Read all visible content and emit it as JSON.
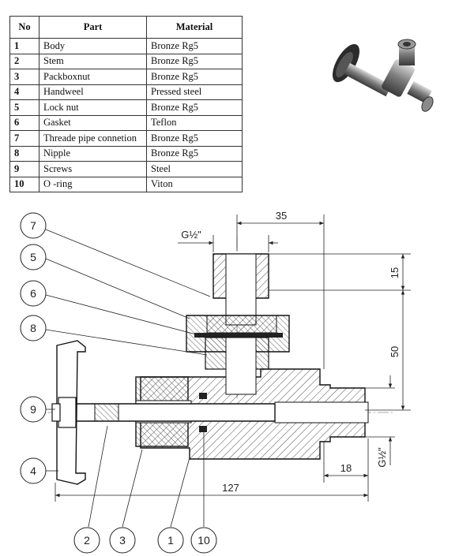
{
  "table": {
    "headers": [
      "No",
      "Part",
      "Material"
    ],
    "rows": [
      {
        "no": "1",
        "part": "Body",
        "material": "Bronze Rg5"
      },
      {
        "no": "2",
        "part": "Stem",
        "material": "Bronze Rg5"
      },
      {
        "no": "3",
        "part": "Packboxnut",
        "material": "Bronze Rg5"
      },
      {
        "no": "4",
        "part": "Handweel",
        "material": "Pressed steel"
      },
      {
        "no": "5",
        "part": "Lock nut",
        "material": "Bronze Rg5"
      },
      {
        "no": "6",
        "part": "Gasket",
        "material": "Teflon"
      },
      {
        "no": "7",
        "part": "Threade pipe connetion",
        "material": "Bronze Rg5"
      },
      {
        "no": "8",
        "part": "Nipple",
        "material": "Bronze Rg5"
      },
      {
        "no": "9",
        "part": "Screws",
        "material": "Steel"
      },
      {
        "no": "10",
        "part": "O -ring",
        "material": "Viton"
      }
    ]
  },
  "dimensions": {
    "top_width": "35",
    "top_thread": "G½\"",
    "height_top": "15",
    "height_mid": "50",
    "side_thread": "G½\"",
    "side_length": "18",
    "overall_length": "127"
  },
  "balloons": {
    "b7": "7",
    "b5": "5",
    "b6": "6",
    "b8": "8",
    "b9": "9",
    "b4": "4",
    "b2": "2",
    "b3": "3",
    "b1": "1",
    "b10": "10"
  }
}
